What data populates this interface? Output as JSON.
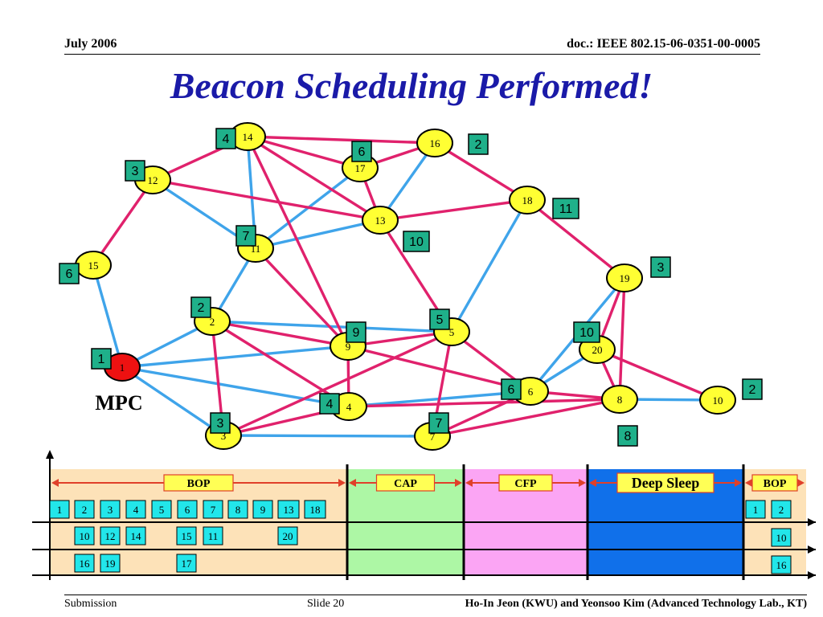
{
  "header": {
    "date": "July 2006",
    "doc": "doc.: IEEE 802.15-06-0351-00-0005"
  },
  "title": "Beacon Scheduling Performed!",
  "footer": {
    "left": "Submission",
    "slide": "Slide 20",
    "authors": "Ho-In Jeon (KWU) and Yeonsoo Kim (Advanced Technology Lab., KT)"
  },
  "mpc_label": "MPC",
  "colors": {
    "pink": "#e0216c",
    "blue": "#3fa4ea",
    "node": "#ffff33",
    "mpc": "#ee1111",
    "slot": "#1fb08a",
    "cell": "#22e6ea"
  },
  "nodes": [
    {
      "id": "14",
      "slot": "4"
    },
    {
      "id": "16",
      "slot": "2"
    },
    {
      "id": "17",
      "slot": "6"
    },
    {
      "id": "12",
      "slot": "3"
    },
    {
      "id": "18",
      "slot": "11"
    },
    {
      "id": "13",
      "slot": "10"
    },
    {
      "id": "11",
      "slot": "7"
    },
    {
      "id": "15",
      "slot": "6"
    },
    {
      "id": "19",
      "slot": "3"
    },
    {
      "id": "2",
      "slot": "2"
    },
    {
      "id": "9",
      "slot": "9"
    },
    {
      "id": "5",
      "slot": "5"
    },
    {
      "id": "20",
      "slot": "10"
    },
    {
      "id": "1",
      "slot": "1"
    },
    {
      "id": "6",
      "slot": "6"
    },
    {
      "id": "8",
      "slot": "8"
    },
    {
      "id": "10",
      "slot": "2"
    },
    {
      "id": "4",
      "slot": "4"
    },
    {
      "id": "3",
      "slot": "3"
    },
    {
      "id": "7",
      "slot": "7"
    }
  ],
  "pink_links": [
    [
      "14",
      "16"
    ],
    [
      "14",
      "12"
    ],
    [
      "14",
      "17"
    ],
    [
      "14",
      "13"
    ],
    [
      "14",
      "9"
    ],
    [
      "17",
      "16"
    ],
    [
      "17",
      "13"
    ],
    [
      "12",
      "13"
    ],
    [
      "16",
      "18"
    ],
    [
      "13",
      "18"
    ],
    [
      "18",
      "19"
    ],
    [
      "15",
      "12"
    ],
    [
      "13",
      "5"
    ],
    [
      "11",
      "9"
    ],
    [
      "2",
      "9"
    ],
    [
      "2",
      "4"
    ],
    [
      "2",
      "3"
    ],
    [
      "9",
      "5"
    ],
    [
      "9",
      "6"
    ],
    [
      "9",
      "4"
    ],
    [
      "5",
      "6"
    ],
    [
      "5",
      "7"
    ],
    [
      "5",
      "3"
    ],
    [
      "4",
      "3"
    ],
    [
      "4",
      "8"
    ],
    [
      "6",
      "8"
    ],
    [
      "6",
      "7"
    ],
    [
      "8",
      "7"
    ],
    [
      "8",
      "19"
    ],
    [
      "20",
      "19"
    ],
    [
      "20",
      "8"
    ],
    [
      "20",
      "10"
    ]
  ],
  "blue_links": [
    [
      "14",
      "11"
    ],
    [
      "12",
      "11"
    ],
    [
      "17",
      "11"
    ],
    [
      "16",
      "13"
    ],
    [
      "11",
      "13"
    ],
    [
      "11",
      "2"
    ],
    [
      "15",
      "1"
    ],
    [
      "1",
      "2"
    ],
    [
      "1",
      "9"
    ],
    [
      "1",
      "4"
    ],
    [
      "1",
      "3"
    ],
    [
      "2",
      "5"
    ],
    [
      "18",
      "5"
    ],
    [
      "4",
      "6"
    ],
    [
      "3",
      "7"
    ],
    [
      "6",
      "19"
    ],
    [
      "6",
      "20"
    ],
    [
      "8",
      "10"
    ]
  ],
  "timeline": {
    "sections": [
      {
        "label": "BOP",
        "color": "#fde2b8"
      },
      {
        "label": "CAP",
        "color": "#adf7a5"
      },
      {
        "label": "CFP",
        "color": "#fba5f4"
      },
      {
        "label": "Deep Sleep",
        "color": "#1070ea"
      },
      {
        "label": "BOP",
        "color": "#fde2b8"
      }
    ],
    "row1": [
      "1",
      "2",
      "3",
      "4",
      "5",
      "6",
      "7",
      "8",
      "9",
      "13",
      "18"
    ],
    "row2": [
      "10",
      "12",
      "14",
      "15",
      "11",
      "20"
    ],
    "row3": [
      "16",
      "19",
      "17"
    ],
    "row1_end": [
      "1",
      "2"
    ],
    "row2_end": [
      "10"
    ],
    "row3_end": [
      "16"
    ]
  }
}
